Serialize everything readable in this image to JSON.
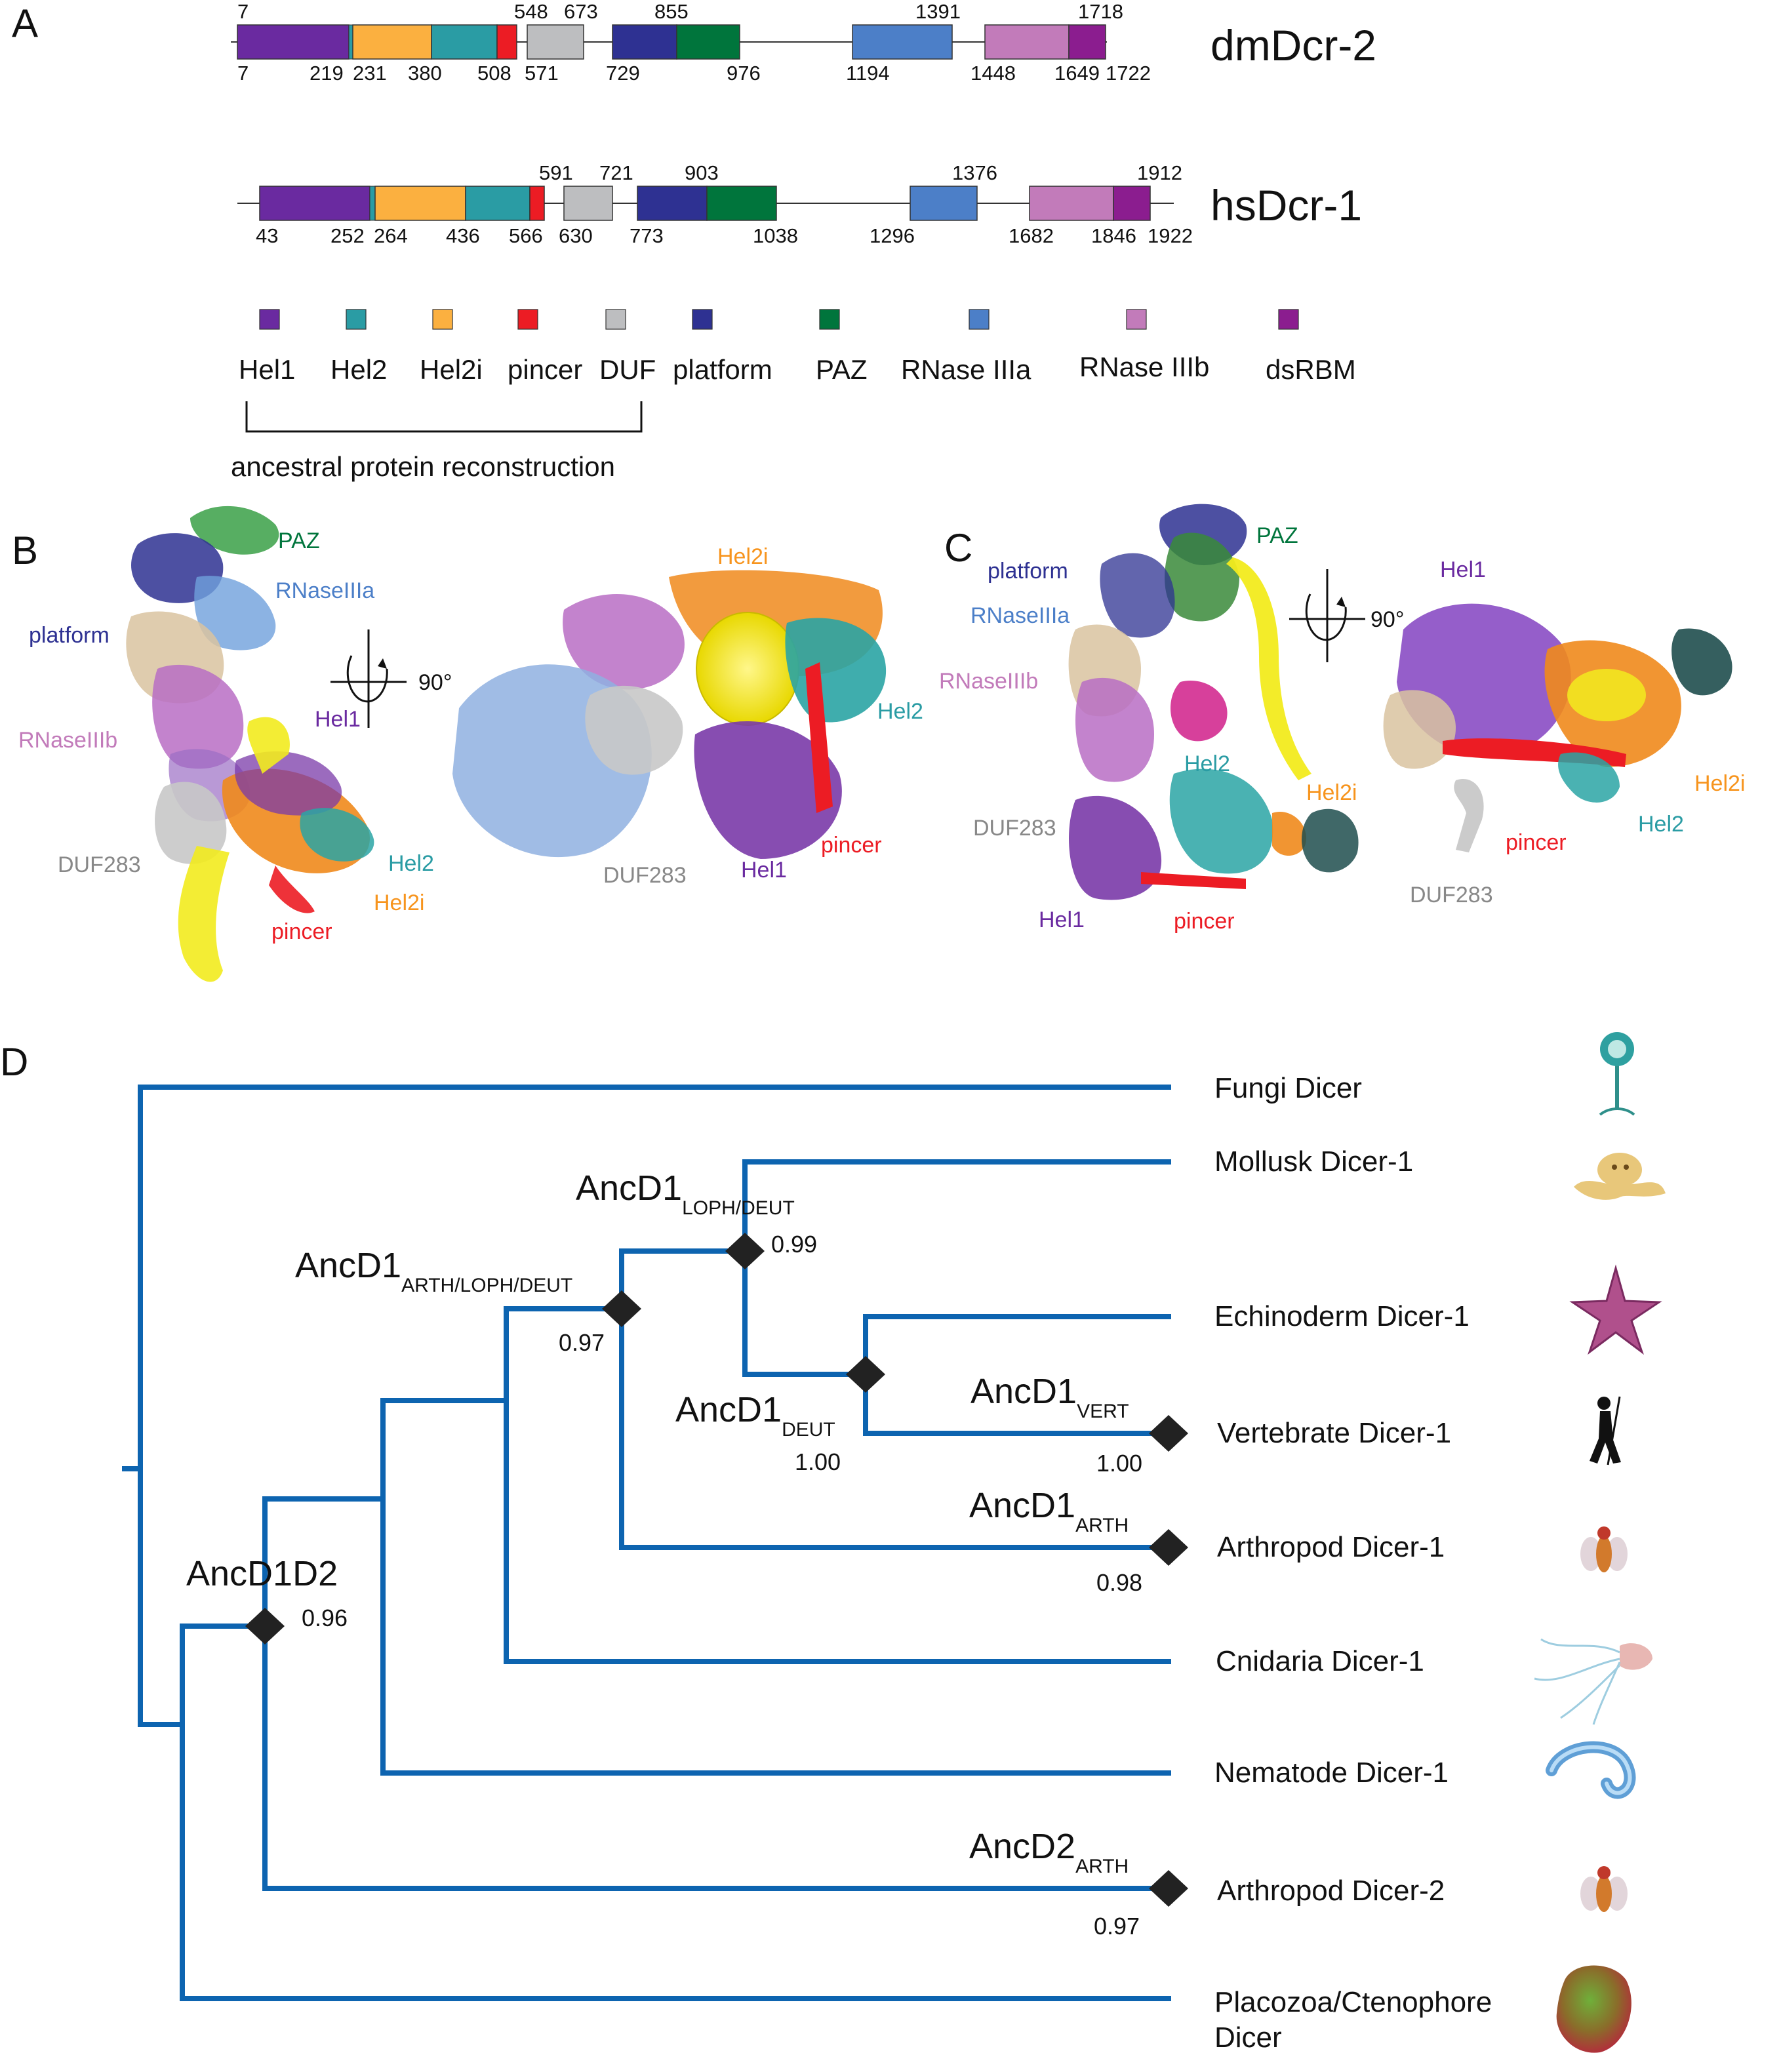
{
  "panels": {
    "a": "A",
    "b": "B",
    "c": "C",
    "d": "D"
  },
  "colors": {
    "Hel1": "#6a2aa0",
    "Hel2": "#2a9ca4",
    "Hel2i": "#fbb040",
    "pincer": "#ec1c24",
    "DUF": "#bdbec0",
    "platform": "#2e3192",
    "PAZ": "#00753c",
    "RNaseIIIa": "#4c7fc8",
    "RNaseIIIb": "#c27bba",
    "dsRBM": "#8b1d8f",
    "rna": "#f2eb1e",
    "tree": "#0d64b0",
    "node": "#222222"
  },
  "domains": {
    "dmDcr2": {
      "name": "dmDcr-2",
      "top_labels": [
        "7",
        "548",
        "673",
        "855",
        "1391",
        "1718"
      ],
      "bottom_labels": [
        "7",
        "219",
        "231",
        "380",
        "508",
        "571",
        "729",
        "976",
        "1194",
        "1448",
        "1649",
        "1722"
      ]
    },
    "hsDcr1": {
      "name": "hsDcr-1",
      "top_labels": [
        "591",
        "721",
        "903",
        "1376",
        "1912"
      ],
      "bottom_labels": [
        "43",
        "252",
        "264",
        "436",
        "566",
        "630",
        "773",
        "1038",
        "1296",
        "1682",
        "1846",
        "1922"
      ]
    }
  },
  "legend": {
    "items": [
      {
        "label": "Hel1",
        "color": "#6a2aa0"
      },
      {
        "label": "Hel2",
        "color": "#2a9ca4"
      },
      {
        "label": "Hel2i",
        "color": "#fbb040"
      },
      {
        "label": "pincer",
        "color": "#ec1c24"
      },
      {
        "label": "DUF",
        "color": "#bdbec0"
      },
      {
        "label": "platform",
        "color": "#2e3192"
      },
      {
        "label": "PAZ",
        "color": "#00753c"
      },
      {
        "label": "RNase IIIa",
        "color": "#4c7fc8"
      },
      {
        "label": "RNase IIIb",
        "color": "#c27bba"
      },
      {
        "label": "dsRBM",
        "color": "#8b1d8f"
      }
    ],
    "bracket_label": "ancestral protein reconstruction"
  },
  "structures": {
    "rotation": "90°",
    "b_left": [
      "PAZ",
      "RNaseIIIa",
      "platform",
      "RNaseIIIb",
      "Hel1",
      "DUF283",
      "Hel2",
      "Hel2i",
      "pincer"
    ],
    "b_right": [
      "Hel2i",
      "Hel2",
      "pincer",
      "Hel1",
      "DUF283"
    ],
    "c_left": [
      "PAZ",
      "platform",
      "RNaseIIIa",
      "RNaseIIIb",
      "Hel2",
      "Hel2i",
      "DUF283",
      "Hel1",
      "pincer"
    ],
    "c_right": [
      "Hel1",
      "Hel2i",
      "pincer",
      "Hel2",
      "DUF283"
    ]
  },
  "tree": {
    "taxa": [
      "Fungi Dicer",
      "Mollusk Dicer-1",
      "Echinoderm Dicer-1",
      "Vertebrate Dicer-1",
      "Arthropod Dicer-1",
      "Cnidaria Dicer-1",
      "Nematode Dicer-1",
      "Arthropod Dicer-2",
      "Placozoa/Ctenophore",
      "Dicer"
    ],
    "nodes": [
      {
        "main": "AncD1",
        "sub": "LOPH/DEUT",
        "support": "0.99"
      },
      {
        "main": "AncD1",
        "sub": "ARTH/LOPH/DEUT",
        "support": "0.97"
      },
      {
        "main": "AncD1",
        "sub": "DEUT",
        "support": "1.00"
      },
      {
        "main": "AncD1",
        "sub": "VERT",
        "support": "1.00"
      },
      {
        "main": "AncD1",
        "sub": "ARTH",
        "support": "0.98"
      },
      {
        "main": "AncD1D2",
        "sub": "",
        "support": "0.96"
      },
      {
        "main": "AncD2",
        "sub": "ARTH",
        "support": "0.97"
      }
    ],
    "organism_icons": [
      "fungus-icon",
      "octopus-icon",
      "starfish-icon",
      "human-walker-icon",
      "fly-icon",
      "jellyfish-icon",
      "worm-icon",
      "fly-icon",
      "placozoa-icon"
    ]
  }
}
